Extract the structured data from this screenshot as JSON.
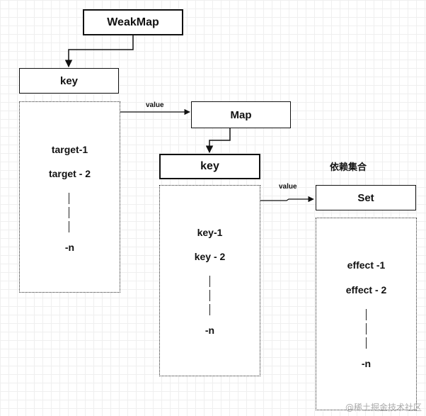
{
  "weakmap": {
    "label": "WeakMap"
  },
  "level1": {
    "key_label": "key",
    "entries": [
      "target-1",
      "target - 2"
    ],
    "ellipsis_end": "-n"
  },
  "arrow1": {
    "label": "value"
  },
  "map": {
    "label": "Map"
  },
  "level2": {
    "key_label": "key",
    "entries": [
      "key-1",
      "key - 2"
    ],
    "ellipsis_end": "-n"
  },
  "arrow2": {
    "label": "value"
  },
  "set_group": {
    "title": "依赖集合",
    "label": "Set"
  },
  "level3": {
    "entries": [
      "effect -1",
      "effect - 2"
    ],
    "ellipsis_end": "-n"
  },
  "watermark": {
    "text": "@稀土掘金技术社区"
  }
}
